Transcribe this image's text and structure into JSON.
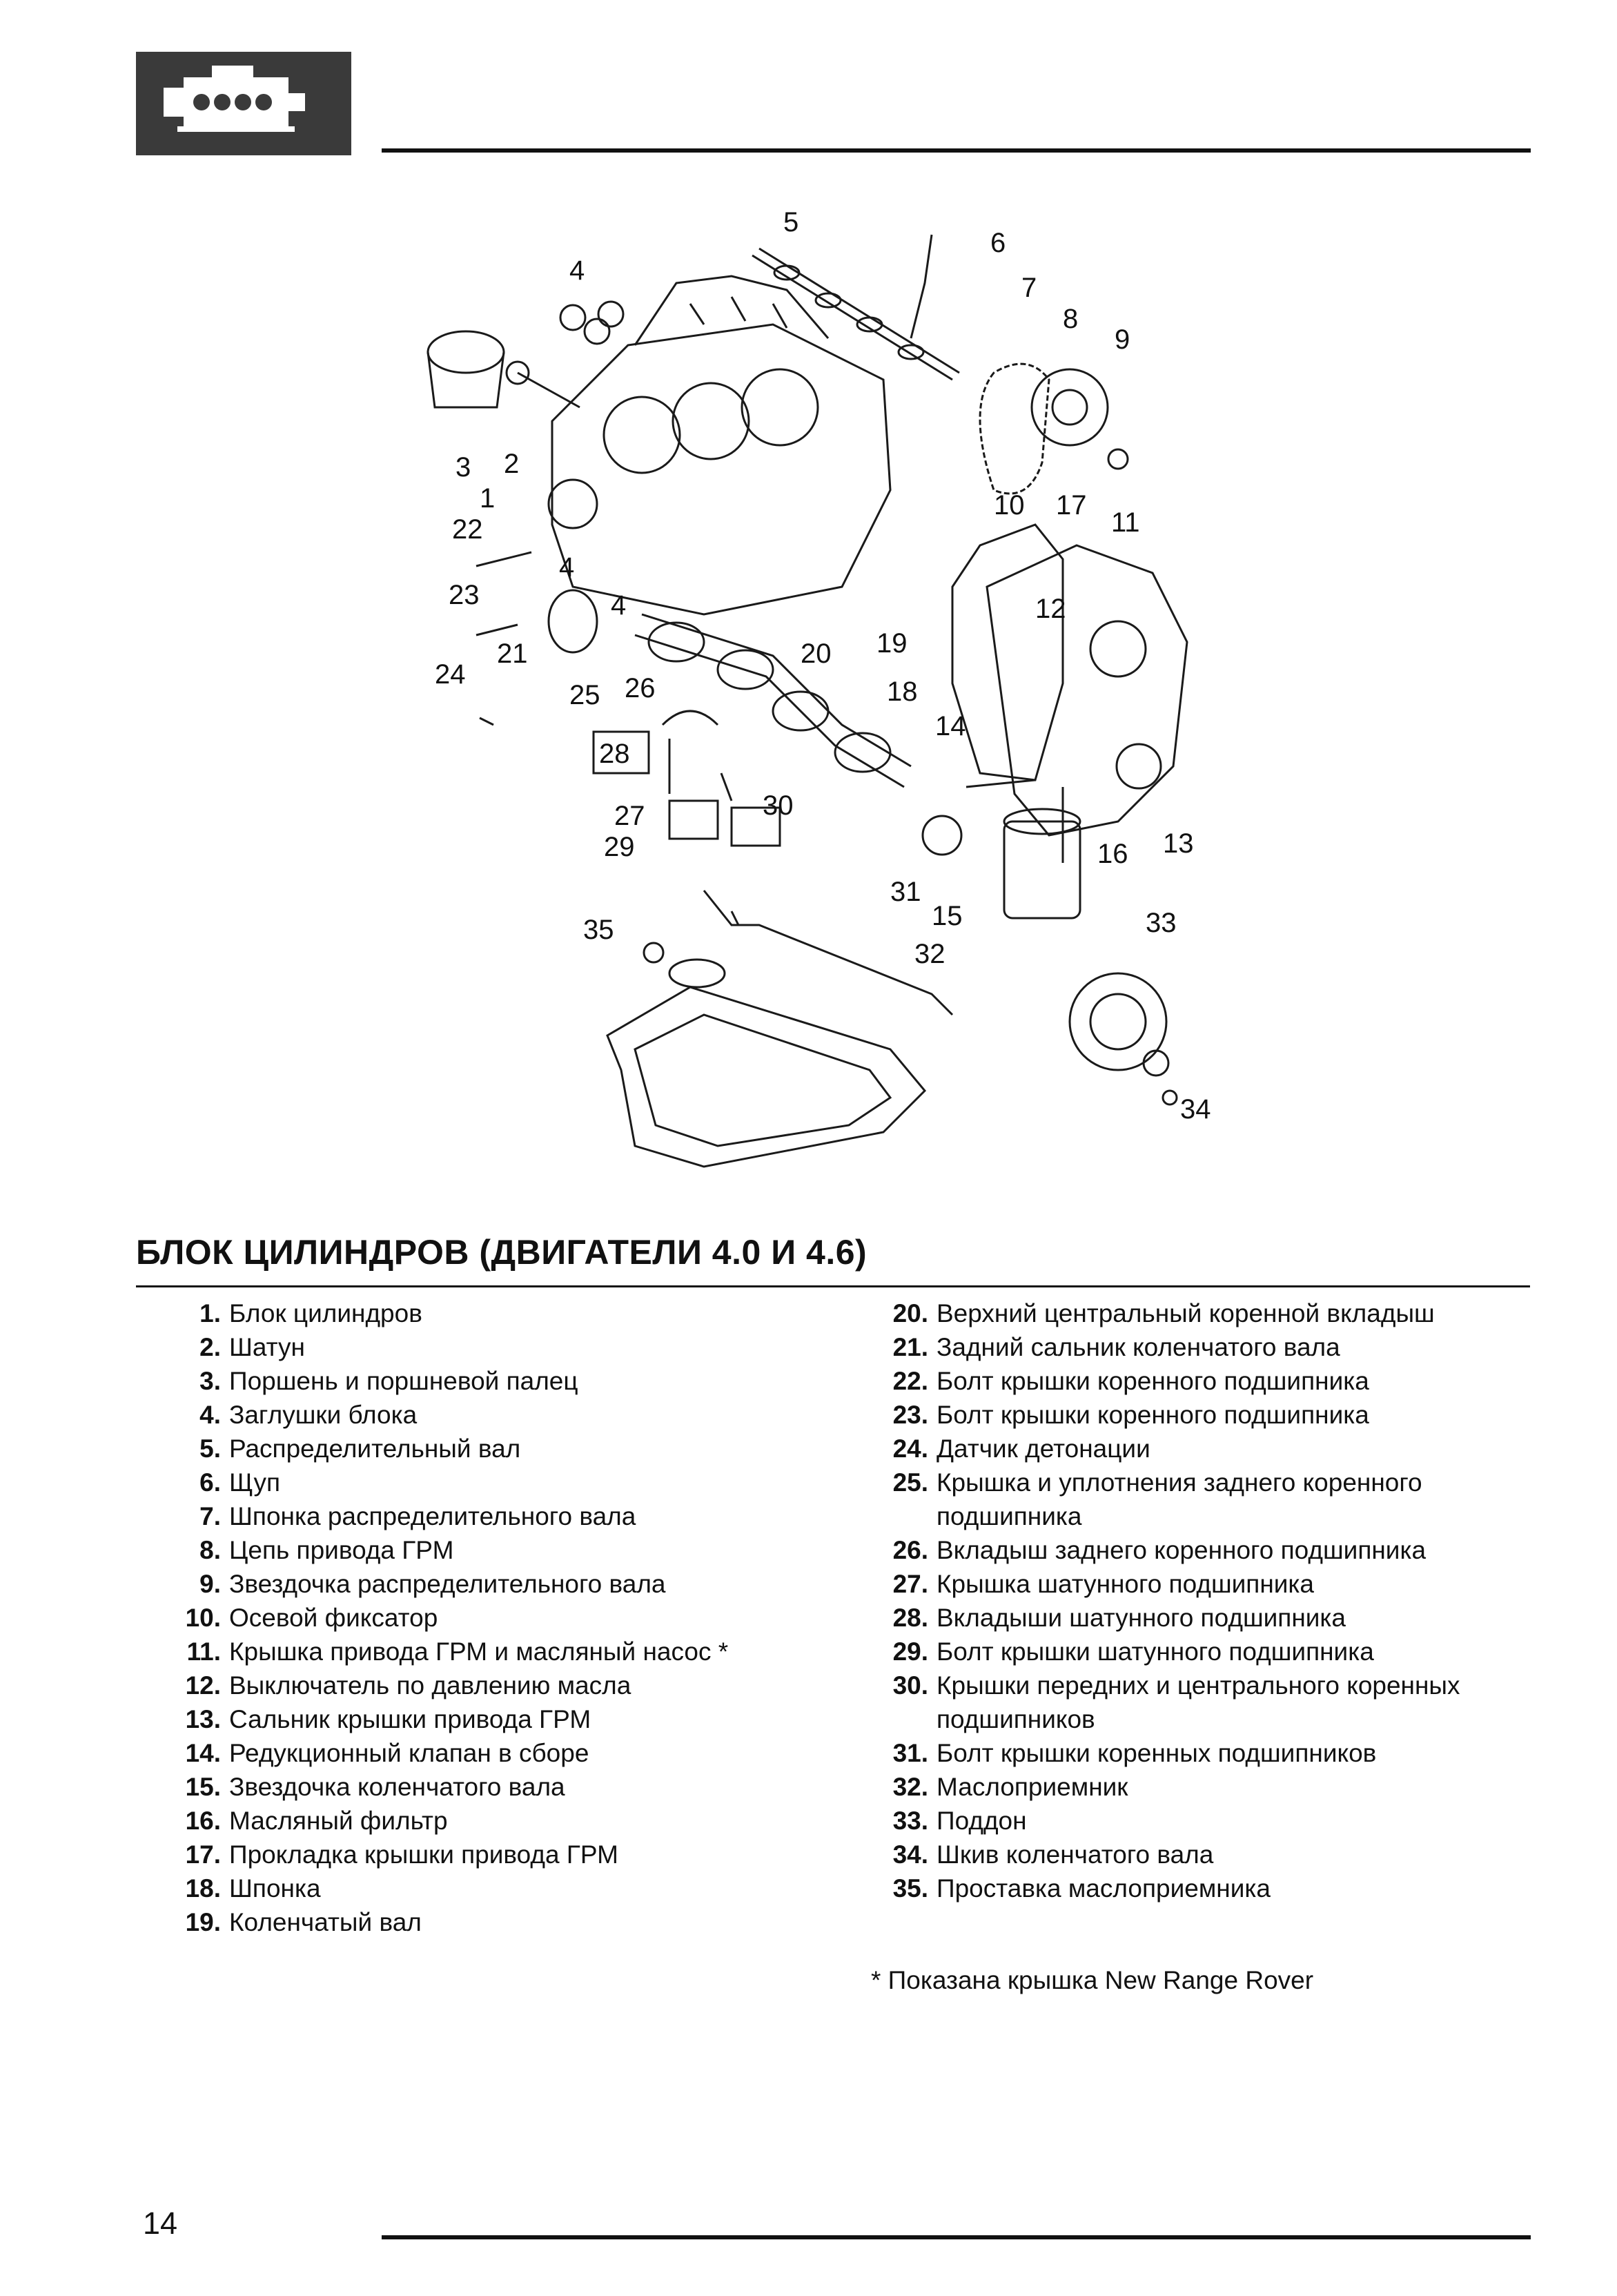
{
  "section_title": "БЛОК ЦИЛИНДРОВ (ДВИГАТЕЛИ 4.0 И 4.6)",
  "legend_left": [
    {
      "num": "1.",
      "text": "Блок цилиндров"
    },
    {
      "num": "2.",
      "text": "Шатун"
    },
    {
      "num": "3.",
      "text": "Поршень и поршневой палец"
    },
    {
      "num": "4.",
      "text": "Заглушки блока"
    },
    {
      "num": "5.",
      "text": "Распределительный вал"
    },
    {
      "num": "6.",
      "text": "Щуп"
    },
    {
      "num": "7.",
      "text": "Шпонка распределительного вала"
    },
    {
      "num": "8.",
      "text": "Цепь привода ГРМ"
    },
    {
      "num": "9.",
      "text": "Звездочка распределительного вала"
    },
    {
      "num": "10.",
      "text": "Осевой фиксатор"
    },
    {
      "num": "11.",
      "text": "Крышка привода ГРМ и масляный насос *"
    },
    {
      "num": "12.",
      "text": "Выключатель по давлению масла"
    },
    {
      "num": "13.",
      "text": "Сальник крышки привода ГРМ"
    },
    {
      "num": "14.",
      "text": "Редукционный клапан в сборе"
    },
    {
      "num": "15.",
      "text": "Звездочка коленчатого вала"
    },
    {
      "num": "16.",
      "text": "Масляный фильтр"
    },
    {
      "num": "17.",
      "text": "Прокладка крышки привода ГРМ"
    },
    {
      "num": "18.",
      "text": "Шпонка"
    },
    {
      "num": "19.",
      "text": "Коленчатый вал"
    }
  ],
  "legend_right": [
    {
      "num": "20.",
      "text": "Верхний центральный коренной вкладыш"
    },
    {
      "num": "21.",
      "text": "Задний сальник коленчатого вала"
    },
    {
      "num": "22.",
      "text": "Болт крышки коренного подшипника"
    },
    {
      "num": "23.",
      "text": "Болт крышки коренного подшипника"
    },
    {
      "num": "24.",
      "text": "Датчик детонации"
    },
    {
      "num": "25.",
      "text": "Крышка и уплотнения заднего коренного подшипника"
    },
    {
      "num": "26.",
      "text": "Вкладыш заднего коренного подшипника"
    },
    {
      "num": "27.",
      "text": "Крышка шатунного подшипника"
    },
    {
      "num": "28.",
      "text": "Вкладыши шатунного подшипника"
    },
    {
      "num": "29.",
      "text": "Болт крышки шатунного подшипника"
    },
    {
      "num": "30.",
      "text": "Крышки передних и центрального коренных подшипников"
    },
    {
      "num": "31.",
      "text": "Болт крышки коренных подшипников"
    },
    {
      "num": "32.",
      "text": "Маслоприемник"
    },
    {
      "num": "33.",
      "text": "Поддон"
    },
    {
      "num": "34.",
      "text": "Шкив коленчатого вала"
    },
    {
      "num": "35.",
      "text": "Проставка маслоприемника"
    }
  ],
  "footnote": "* Показана крышка New Range Rover",
  "page_number": "14",
  "diagram_callouts": [
    "1",
    "2",
    "3",
    "4",
    "4",
    "4",
    "5",
    "6",
    "7",
    "8",
    "9",
    "10",
    "11",
    "12",
    "13",
    "14",
    "15",
    "16",
    "17",
    "18",
    "19",
    "20",
    "21",
    "22",
    "23",
    "24",
    "25",
    "26",
    "27",
    "28",
    "29",
    "30",
    "31",
    "32",
    "33",
    "34",
    "35"
  ]
}
